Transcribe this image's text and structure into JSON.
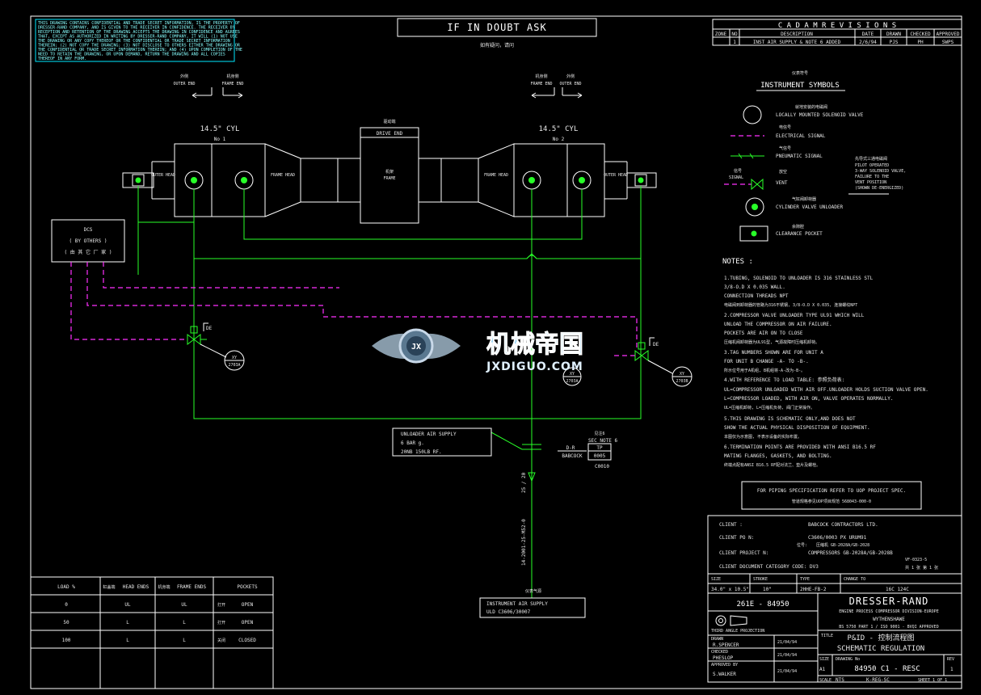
{
  "confidential_note": [
    "THIS DRAWING CONTAINS CONFIDENTIAL AND TRADE SECRET INFORMATION, IS THE PROPERTY OF",
    "DRESSER-RAND COMPANY, AND IS GIVEN TO THE RECEIVER IN CONFIDENCE. THE RECEIVER BY",
    "RECEPTION AND RETENTION OF THE DRAWING ACCEPTS THE DRAWING IN CONFIDENCE AND AGREES",
    "THAT, EXCEPT AS AUTHORIZED IN WRITING BY DRESSER-RAND COMPANY, IT WILL (1) NOT USE",
    "THE DRAWING OR ANY COPY THEREOF OR THE CONFIDENTIAL OR TRADE SECRET INFORMATION",
    "THEREIN; (2) NOT COPY THE DRAWING; (3) NOT DISCLOSE TO OTHERS EITHER THE DRAWING OR",
    "THE CONFIDENTIAL OR TRADE SECRET INFORMATION THEREIN; AND (4) UPON COMPLETION OF THE",
    "NEED TO RETAIN THE DRAWING, OR UPON DEMAND, RETURN THE DRAWING AND ALL COPIES",
    "THEREOF IN ANY FORM."
  ],
  "doubt_banner": "IF IN DOUBT ASK",
  "doubt_banner_cn": "如有疑问，请问",
  "revisions": {
    "title": "C A D A M   R E V I S I O N S",
    "headers": [
      "ZONE",
      "NO",
      "DESCRIPTION",
      "DATE",
      "DRAWN",
      "CHECKED",
      "APPROVED"
    ],
    "row": [
      "",
      "1",
      "INST AIR SUPPLY & NOTE 6 ADDED",
      "2/6/94",
      "PJS",
      "PH",
      "SWPS"
    ]
  },
  "cylinders": {
    "cyl1_title": "14.5\" CYL",
    "cyl1_no": "No 1",
    "cyl2_title": "14.5\" CYL",
    "cyl2_no": "No 2",
    "drive_end": "DRIVE END",
    "frame_label_cn": "机架",
    "frame_label": "FRAME",
    "outer_head": "OUTER HEAD",
    "frame_head": "FRAME HEAD",
    "outer_end": "OUTER END",
    "frame_end": "FRAME END",
    "cn_outer": "外侧",
    "cn_frame": "机身侧",
    "cn_drive": "驱动端"
  },
  "dcs": {
    "title": "DCS",
    "by": "( BY OTHERS )",
    "cn": "( 由 其 它 厂 家 )"
  },
  "tags": {
    "de": "DE",
    "xy_left": "XY",
    "xy_left_no": "2703A",
    "xy_right": "XY",
    "xy_right_no": "2703B",
    "xy_mid": "XY",
    "xy_mid_no": "2703A"
  },
  "air_supply_box": [
    "UNLOADER AIR SUPPLY",
    "6 BAR g.",
    "20NB 150LB RF."
  ],
  "babcock": {
    "cn": "见注6",
    "sec": "SEC NOTE 6",
    "dr": "D-R",
    "babcock": "BABCOCK",
    "tp": "TP",
    "tp_no": "0005",
    "code": "C0010"
  },
  "pipe_labels": {
    "size": "25 / 20",
    "line": "14-2001-25-M52-0"
  },
  "instrument_air_box": {
    "cn": "仪表气源",
    "line1": "INSTRUMENT AIR SUPPLY",
    "line2": "ULD C3606/30007"
  },
  "symbols": {
    "cn_title": "仪表符号",
    "title": "INSTRUMENT SYMBOLS",
    "solenoid": "LOCALLY MOUNTED SOLENOID VALVE",
    "solenoid_cn": "就地安装的电磁阀",
    "electrical": "ELECTRICAL SIGNAL",
    "electrical_cn": "电信号",
    "pneumatic": "PNEUMATIC SIGNAL",
    "pneumatic_cn": "气信号",
    "signal": "SIGNAL",
    "signal_cn": "信号",
    "vent": "VENT",
    "vent_cn": "放空",
    "pilot": [
      "PILOT OPERATED",
      "3-WAY SOLENOID VALVE,",
      "FAILURE TO THE",
      "VENT POSITION",
      "(SHOWN DE-ENERGIZED)"
    ],
    "pilot_cn": "先导式三通电磁阀",
    "unloader": "CYLINDER VALVE UNLOADER",
    "unloader_cn": "气缸阀卸荷器",
    "pocket": "CLEARANCE POCKET",
    "pocket_cn": "余隙腔"
  },
  "notes": {
    "title": "NOTES :",
    "lines": [
      "1.TUBING, SOLENOID TO UNLOADER IS 316 STAINLESS STL",
      "  3/8-O.D X 0.035 WALL.",
      "  CONNECTION THREADS NPT",
      "  电磁阀到卸荷器的管路为316不锈钢, 3/8-O.D X 0.035, 连接螺纹NPT",
      "2.COMPRESSOR VALVE UNLOADER TYPE UL91 WHICH WILL",
      "  UNLOAD THE COMPRESSOR ON AIR FAILURE.",
      "  POCKETS ARE AIR ON TO CLOSE",
      "  压缩机阀卸荷器为UL91型, 气源故障时压缩机卸荷。",
      "3.TAG NUMBERS SHOWN ARE FOR UNIT A",
      "  FOR UNIT B CHANGE -A- TO -B-.",
      "  所示位号用于A机组, B机组将-A-改为-B-。",
      "4.WITH REFERENCE TO LOAD TABLE: 参照负荷表:",
      "  UL=COMPRESSOR UNLOADED WITH AIR OFF.UNLOADER HOLDS SUCTION VALVE OPEN.",
      "  L=COMPRESSOR LOADED, WITH AIR ON, VALVE OPERATES NORMALLY.",
      "  UL=压缩机卸荷, L=压缩机负荷, 阀门正常操作。",
      "5.THIS DRAWING IS SCHEMATIC ONLY,AND DOES NOT",
      "  SHOW THE ACTUAL PHYSICAL DISPOSITION OF EQUIPMENT.",
      "  本图仅为示意图, 不表示设备的实际布置。",
      "6.TERMINATION POINTS ARE PROVIDED WITH ANSI B16.5 RF",
      "  MATING FLANGES, GASKETS, AND BOLTING.",
      "  终端点配有ANSI B16.5 RF配对法兰、垫片及螺栓。"
    ]
  },
  "piping_spec": {
    "line1": "FOR PIPING SPECIFICATION REFER TO UOP PROJECT SPEC.",
    "line2": "管道规格参见UOP项目规范 568043-000-0"
  },
  "client": {
    "client_label": "CLIENT :",
    "client_value": "BABCOCK CONTRACTORS LTD.",
    "po_label": "CLIENT PO N:",
    "po_value": "C3606/0003 PX URUM91",
    "po_cn": "位号:",
    "po_tag": "压缩机 GB-2028A/GB-2028",
    "project_label": "CLIENT PROJECT N:",
    "project_value": "COMPRESSORS GB-2028A/GB-2028B",
    "doc_label": "CLIENT DOCUMENT CATEGORY CODE: DV3",
    "doc_ref": "VF-0323-5",
    "doc_cn": "共 1 张 第 1 张"
  },
  "title_block": {
    "size_label": "SIZE",
    "size_value": "34.0\" x 10.5\"",
    "stroke_label": "STROKE",
    "stroke_value": "10\"",
    "type_label": "TYPE",
    "type_value": "2HHE-FB-2",
    "change_label": "CHANGE TO",
    "change_value": "16C 124C",
    "drawing_ref": "261E - 84950",
    "company": "DRESSER-RAND",
    "division": "ENGINE PROCESS COMPRESSOR DIVISION-EUROPE",
    "city": "WYTHENSHAWE",
    "spec": "BS 5750 PART 1 / ISO 9001 - BVQI APPROVED",
    "projection": "THIRD ANGLE PROJECTION",
    "title_label": "TITLE",
    "title_1": "P&ID - 控制流程图",
    "title_2": "SCHEMATIC REGULATION",
    "drawn_label": "DRAWN",
    "drawn_by": "R.SPENCER",
    "drawn_date": "21/04/94",
    "checked_label": "CHECKED",
    "checked_by": "PHESLOP",
    "checked_date": "21/04/94",
    "approved_label": "APPROVED BY",
    "approved_by": "S.WALKER",
    "approved_date": "21/04/94",
    "sze_label": "SIZE",
    "sze_value": "A1",
    "drawing_no_label": "DRAWING No",
    "drawing_no": "84950 C1 - RESC",
    "rev_label": "REV",
    "rev_value": "1",
    "scale_label": "SCALE",
    "scale_value": "NTS",
    "method_value": "K-REG-SC",
    "sheet": "SHEET 1 OF 1"
  },
  "load_table": {
    "headers": [
      "LOAD %",
      "HEAD ENDS",
      "FRAME ENDS",
      "POCKETS"
    ],
    "header_cn": [
      "",
      "缸盖端",
      "机身端",
      ""
    ],
    "rows": [
      [
        "0",
        "UL",
        "UL",
        "OPEN"
      ],
      [
        "50",
        "L",
        "L",
        "OPEN"
      ],
      [
        "100",
        "L",
        "L",
        "CLOSED"
      ]
    ],
    "row_cn": [
      "打开",
      "打开",
      "关闭"
    ]
  },
  "watermark": {
    "cn": "机械帝国",
    "en": "JXDIGUO.COM",
    "badge": "JX"
  }
}
